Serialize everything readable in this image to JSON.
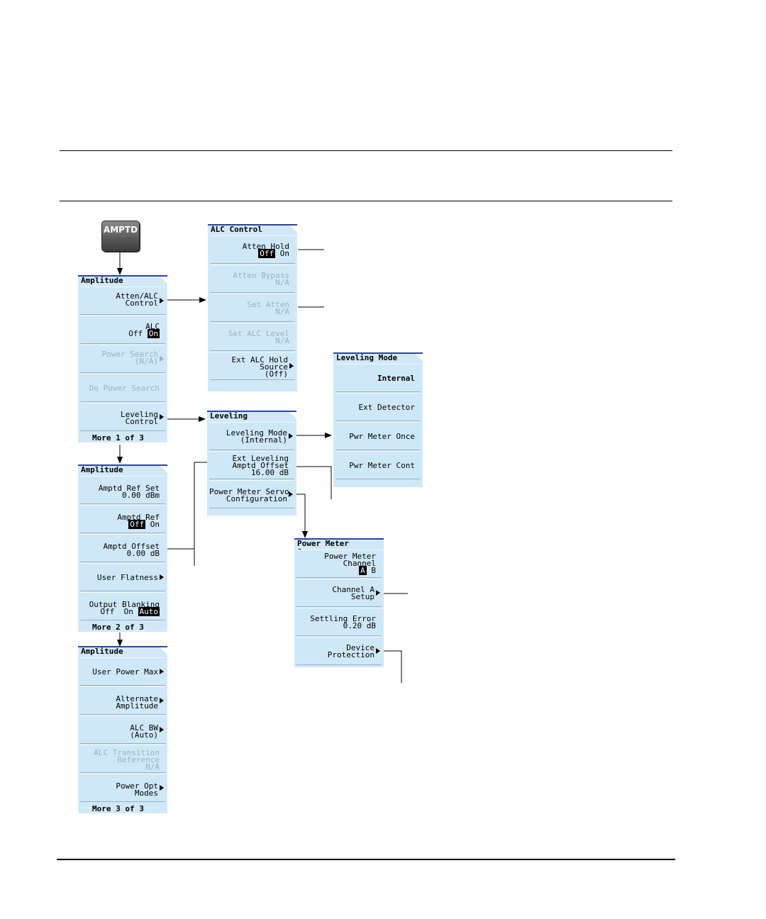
{
  "hardkey": {
    "label": "AMPTD"
  },
  "amplitude1": {
    "title": "Amplitude",
    "keys": [
      {
        "l1": "Atten/ALC",
        "l2": "Control"
      },
      {
        "l1": "ALC",
        "off": "Off ",
        "on": "On"
      },
      {
        "l1": "Power Search",
        "l2": "(N/A)"
      },
      {
        "l1": "Do Power Search"
      },
      {
        "l1": "Leveling",
        "l2": "Control"
      }
    ],
    "more": "More 1 of 3"
  },
  "amplitude2": {
    "title": "Amplitude",
    "keys": [
      {
        "l1": "Amptd Ref Set",
        "l2": "0.00 dBm"
      },
      {
        "l1": "Amptd Ref",
        "off": "Off",
        "on": " On"
      },
      {
        "l1": "Amptd Offset",
        "l2": "0.00 dB"
      },
      {
        "l1": "User Flatness"
      },
      {
        "l1": "Output Blanking",
        "a": "Off  On ",
        "b": "Auto"
      }
    ],
    "more": "More 2 of 3"
  },
  "amplitude3": {
    "title": "Amplitude",
    "keys": [
      {
        "l1": "User Power Max"
      },
      {
        "l1": "Alternate",
        "l2": "Amplitude"
      },
      {
        "l1": "ALC BW",
        "l2": "(Auto)"
      },
      {
        "l1": "ALC Transition",
        "l2": "Reference",
        "l3": "N/A"
      },
      {
        "l1": "Power Opt",
        "l2": "Modes"
      }
    ],
    "more": "More 3 of 3"
  },
  "alc_control": {
    "title": "ALC Control",
    "keys": [
      {
        "l1": "Atten Hold",
        "off": "Off",
        "on": " On"
      },
      {
        "l1": "Atten Bypass",
        "l2": "N/A"
      },
      {
        "l1": "Set Atten",
        "l2": "N/A"
      },
      {
        "l1": "Set ALC Level",
        "l2": "N/A"
      },
      {
        "l1": "Ext ALC Hold",
        "l2": "Source",
        "l3": "(Off)"
      }
    ]
  },
  "leveling": {
    "title": "Leveling",
    "keys": [
      {
        "l1": "Leveling Mode",
        "l2": "(Internal)"
      },
      {
        "l1": "Ext Leveling",
        "l2": "Amptd Offset",
        "l3": "16.00 dB"
      },
      {
        "l1": "Power Meter Servo",
        "l2": "Configuration"
      }
    ]
  },
  "leveling_mode": {
    "title": "Leveling Mode",
    "keys": [
      {
        "l1": "Internal"
      },
      {
        "l1": "Ext Detector"
      },
      {
        "l1": "Pwr Meter Once"
      },
      {
        "l1": "Pwr Meter Cont"
      }
    ]
  },
  "power_meter_servo": {
    "title": "Power Meter Servo",
    "keys": [
      {
        "l1": "Power Meter",
        "l2": "Channel",
        "a": "A",
        "b": " B"
      },
      {
        "l1": "Channel A",
        "l2": "Setup"
      },
      {
        "l1": "Settling Error",
        "l2": "0.20 dB"
      },
      {
        "l1": "Device",
        "l2": "Protection"
      }
    ]
  }
}
